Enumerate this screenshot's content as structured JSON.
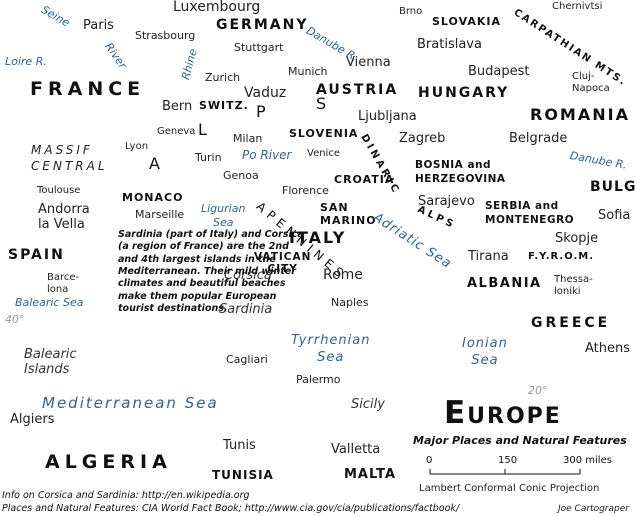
{
  "cities": [
    {
      "id": "luxembourg",
      "label": "Luxembourg"
    },
    {
      "id": "paris",
      "label": "Paris"
    },
    {
      "id": "strasbourg",
      "label": "Strasbourg"
    },
    {
      "id": "stuttgart",
      "label": "Stuttgart"
    },
    {
      "id": "zurich",
      "label": "Zurich"
    },
    {
      "id": "munich",
      "label": "Munich"
    },
    {
      "id": "vaduz",
      "label": "Vaduz"
    },
    {
      "id": "vienna",
      "label": "Vienna"
    },
    {
      "id": "brno",
      "label": "Brno"
    },
    {
      "id": "chernivtsi",
      "label": "Chernivtsi"
    },
    {
      "id": "bratislava",
      "label": "Bratislava"
    },
    {
      "id": "budapest",
      "label": "Budapest"
    },
    {
      "id": "cluj",
      "label": "Cluj-\nNapoca"
    },
    {
      "id": "bern",
      "label": "Bern"
    },
    {
      "id": "ljubljana",
      "label": "Ljubljana"
    },
    {
      "id": "zagreb",
      "label": "Zagreb"
    },
    {
      "id": "belgrade",
      "label": "Belgrade"
    },
    {
      "id": "geneva",
      "label": "Geneva"
    },
    {
      "id": "milan",
      "label": "Milan"
    },
    {
      "id": "lyon",
      "label": "Lyon"
    },
    {
      "id": "turin",
      "label": "Turin"
    },
    {
      "id": "venice",
      "label": "Venice"
    },
    {
      "id": "genoa",
      "label": "Genoa"
    },
    {
      "id": "florence",
      "label": "Florence"
    },
    {
      "id": "sarajevo",
      "label": "Sarajevo"
    },
    {
      "id": "toulouse",
      "label": "Toulouse"
    },
    {
      "id": "marseille",
      "label": "Marseille"
    },
    {
      "id": "sofia",
      "label": "Sofia"
    },
    {
      "id": "andorra",
      "label": "Andorra\nla Vella"
    },
    {
      "id": "skopje",
      "label": "Skopje"
    },
    {
      "id": "tirana",
      "label": "Tirana"
    },
    {
      "id": "rome",
      "label": "Rome"
    },
    {
      "id": "barcelona",
      "label": "Barce-\nlona"
    },
    {
      "id": "thessaloniki",
      "label": "Thessa-\nloniki"
    },
    {
      "id": "naples",
      "label": "Naples"
    },
    {
      "id": "athens",
      "label": "Athens"
    },
    {
      "id": "cagliari",
      "label": "Cagliari"
    },
    {
      "id": "palermo",
      "label": "Palermo"
    },
    {
      "id": "algiers",
      "label": "Algiers"
    },
    {
      "id": "tunis",
      "label": "Tunis"
    },
    {
      "id": "valletta",
      "label": "Valletta"
    }
  ],
  "countries": [
    {
      "id": "germany",
      "label": "GERMANY"
    },
    {
      "id": "slovakia",
      "label": "SLOVAKIA"
    },
    {
      "id": "austria",
      "label": "AUSTRIA"
    },
    {
      "id": "hungary",
      "label": "HUNGARY"
    },
    {
      "id": "romania",
      "label": "ROMANIA"
    },
    {
      "id": "switz",
      "label": "SWITZ."
    },
    {
      "id": "slovenia",
      "label": "SLOVENIA"
    },
    {
      "id": "croatia",
      "label": "CROATIA"
    },
    {
      "id": "bosnia",
      "label": "BOSNIA and\nHERZEGOVINA"
    },
    {
      "id": "bulg",
      "label": "BULG."
    },
    {
      "id": "monaco",
      "label": "MONACO"
    },
    {
      "id": "sanmarino",
      "label": "SAN\nMARINO"
    },
    {
      "id": "serbia",
      "label": "SERBIA and\nMONTENEGRO"
    },
    {
      "id": "italy",
      "label": "ITALY"
    },
    {
      "id": "spain",
      "label": "SPAIN"
    },
    {
      "id": "vatican",
      "label": "VATICAN\nCITY"
    },
    {
      "id": "fyrom",
      "label": "F.Y.R.O.M."
    },
    {
      "id": "albania",
      "label": "ALBANIA"
    },
    {
      "id": "greece",
      "label": "GREECE"
    },
    {
      "id": "tunisia",
      "label": "TUNISIA"
    },
    {
      "id": "malta",
      "label": "MALTA"
    }
  ],
  "big_countries": [
    {
      "id": "france",
      "label": "FRANCE"
    },
    {
      "id": "algeria",
      "label": "ALGERIA"
    }
  ],
  "water": [
    {
      "id": "seine",
      "label": "Seine"
    },
    {
      "id": "river",
      "label": "River"
    },
    {
      "id": "rhine",
      "label": "Rhine"
    },
    {
      "id": "loire",
      "label": "Loire R."
    },
    {
      "id": "danube1",
      "label": "Danube R."
    },
    {
      "id": "danube2",
      "label": "Danube R."
    },
    {
      "id": "po",
      "label": "Po River"
    },
    {
      "id": "ligurian",
      "label": "Ligurian\nSea"
    },
    {
      "id": "adriatic",
      "label": "Adriatic Sea"
    },
    {
      "id": "balearicsea",
      "label": "Balearic Sea"
    },
    {
      "id": "tyrrhenian",
      "label": "Tyrrhenian\nSea"
    },
    {
      "id": "ionian",
      "label": "Ionian\nSea"
    }
  ],
  "water_big": [
    {
      "id": "med",
      "label": "Mediterranean Sea"
    }
  ],
  "islands": [
    {
      "id": "corsica",
      "label": "Corsica"
    },
    {
      "id": "sardinia",
      "label": "Sardinia"
    },
    {
      "id": "balearic",
      "label": "Balearic\nIslands"
    },
    {
      "id": "sicily",
      "label": "Sicily"
    }
  ],
  "mountains": [
    {
      "id": "massif",
      "label": "MASSIF\nCENTRAL"
    }
  ],
  "alps_letters": [
    "A",
    "L",
    "P",
    "S"
  ],
  "carpathian": "CARPATHIAN MTS.",
  "dinaric": "DINARIC",
  "alps2": "ALPS",
  "apennines": "APENNINES",
  "note": "Sardinia (part of Italy) and Corsica (a region of France) are the 2nd and 4th largest islands in the Mediterranean. Their mild winter climates and beautiful beaches make them popular European tourist destinations.",
  "graticule": {
    "lat": "40°",
    "lon": "20°"
  },
  "title": "Europe",
  "subtitle": "Major Places and Natural Features",
  "scale": {
    "ticks": [
      "0",
      "150",
      "300 miles"
    ]
  },
  "projection": "Lambert Conformal Conic Projection",
  "sources": [
    "Info on Corsica and Sardinia: http://en.wikipedia.org",
    "Places and Natural Features: CIA World Fact Book; http://www.cia.gov/cia/publications/factbook/"
  ],
  "credit": "Joe Cartograper"
}
